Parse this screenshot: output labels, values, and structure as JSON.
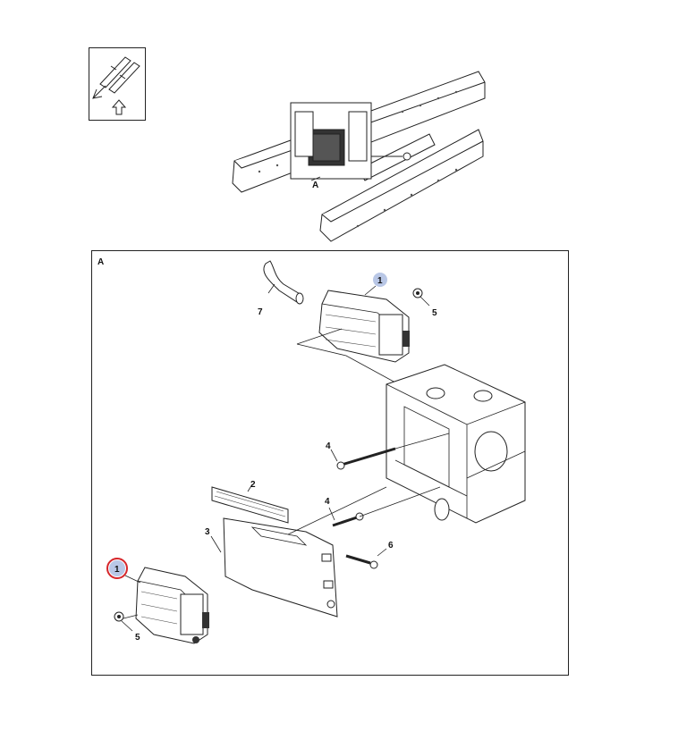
{
  "overview": {
    "view_label": "A"
  },
  "detail": {
    "frame_label": "A",
    "callouts": {
      "c1_top": "1",
      "c1_bottom": "1",
      "c2": "2",
      "c3": "3",
      "c4_top": "4",
      "c4_mid": "4",
      "c5_top": "5",
      "c5_bottom": "5",
      "c6": "6",
      "c7": "7"
    }
  },
  "colors": {
    "line": "#222222",
    "callout_highlight": "#b9c7e6",
    "selection_ring": "#d6262a"
  },
  "icons": [
    "orientation-arrow-icon"
  ]
}
